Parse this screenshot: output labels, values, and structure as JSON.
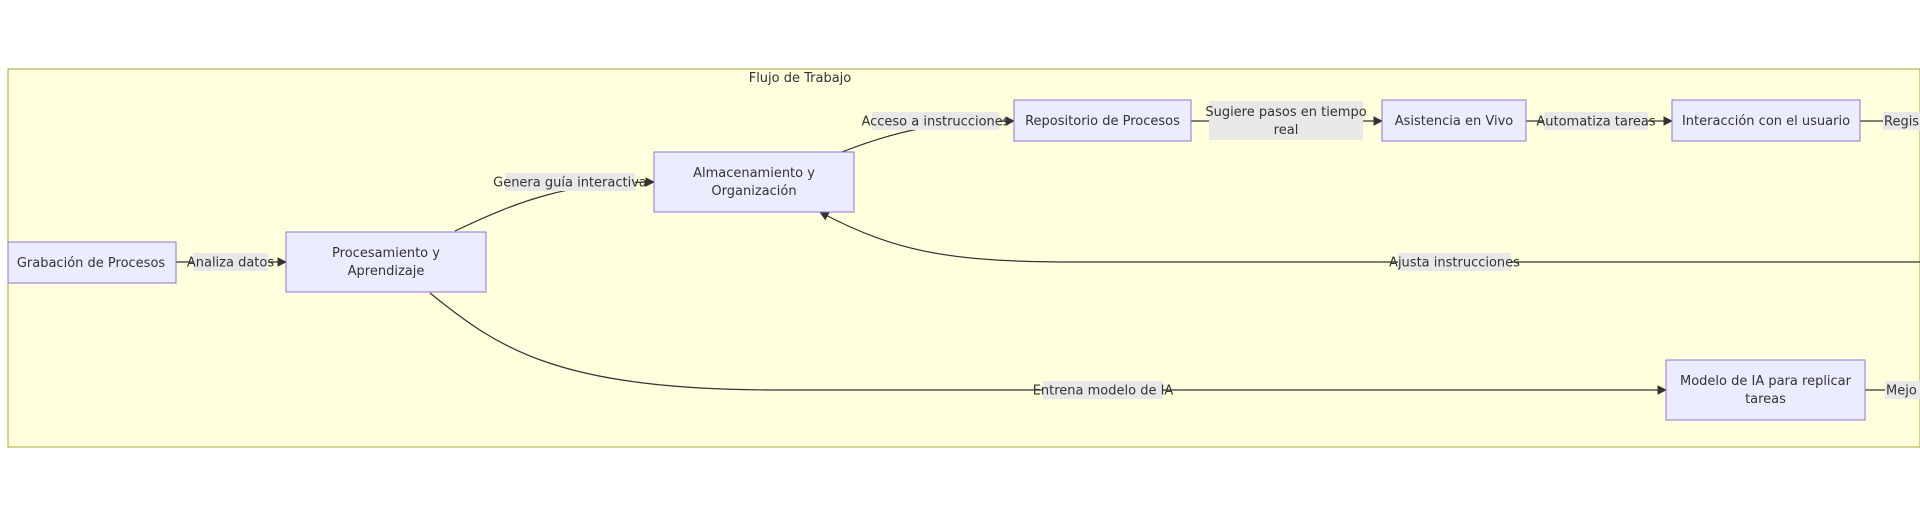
{
  "colors": {
    "cluster_fill": "#ffffde",
    "cluster_stroke": "#aaaa33",
    "node_fill": "#ececff",
    "node_stroke": "#9370db",
    "edge": "#333333",
    "label_bg": "#e8e8e8",
    "text": "#333333"
  },
  "cluster": {
    "title": "Flujo de Trabajo"
  },
  "nodes": {
    "grabacion": [
      "Grabación de Procesos"
    ],
    "procesamiento": [
      "Procesamiento y",
      "Aprendizaje"
    ],
    "almacenamiento": [
      "Almacenamiento y",
      "Organización"
    ],
    "repositorio": [
      "Repositorio de Procesos"
    ],
    "asistencia": [
      "Asistencia en Vivo"
    ],
    "interaccion": [
      "Interacción con el usuario"
    ],
    "modelo_ia": [
      "Modelo de IA para replicar",
      "tareas"
    ]
  },
  "edges": {
    "analiza": [
      "Analiza datos"
    ],
    "genera": [
      "Genera guía interactiva"
    ],
    "acceso": [
      "Acceso a instrucciones"
    ],
    "sugiere": [
      "Sugiere pasos en tiempo",
      "real"
    ],
    "automatiza": [
      "Automatiza tareas"
    ],
    "registra": [
      "Regis"
    ],
    "ajusta": [
      "Ajusta instrucciones"
    ],
    "entrena": [
      "Entrena modelo de IA"
    ],
    "mejora": [
      "Mejo"
    ]
  }
}
